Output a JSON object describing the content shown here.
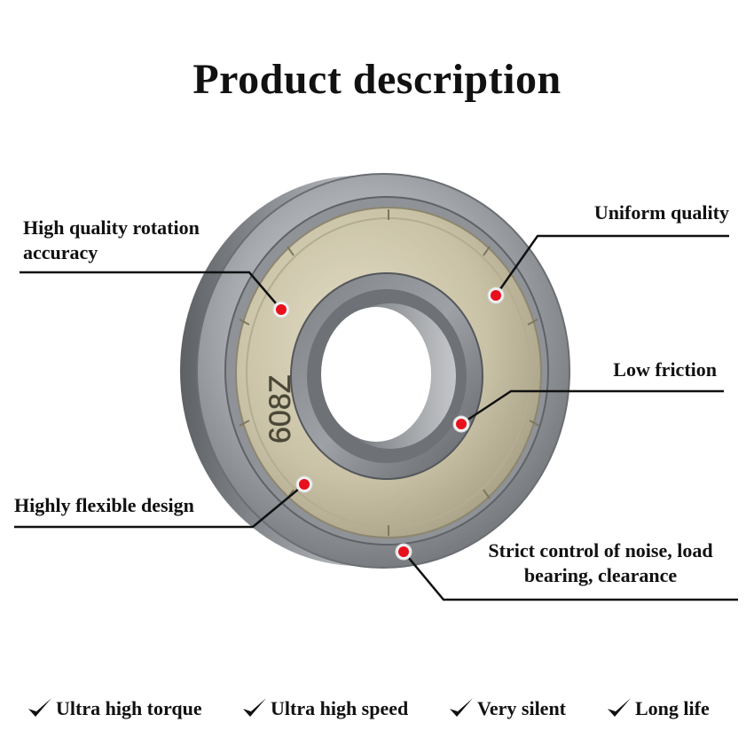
{
  "title": "Product description",
  "bearing": {
    "marking": "608Z"
  },
  "callouts": {
    "rotation_accuracy": [
      "High quality rotation",
      "accuracy"
    ],
    "uniform_quality": "Uniform quality",
    "low_friction": "Low friction",
    "flexible_design": "Highly flexible design",
    "noise_control": [
      "Strict control of noise, load",
      "bearing, clearance"
    ]
  },
  "features": [
    {
      "label": "Ultra high torque",
      "icon": "check-icon"
    },
    {
      "label": "Ultra high speed",
      "icon": "check-icon"
    },
    {
      "label": "Very silent",
      "icon": "check-icon"
    },
    {
      "label": "Long life",
      "icon": "check-icon"
    }
  ],
  "colors": {
    "dot": "#e8101c",
    "leader": "#111111",
    "shield": "#c9c2a6",
    "steel": "#8e9094"
  }
}
